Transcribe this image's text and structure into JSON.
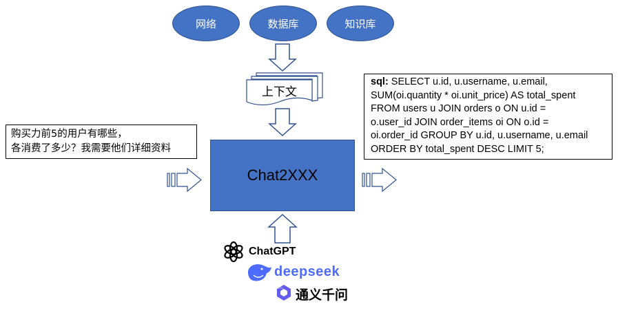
{
  "sources": [
    {
      "label": "网络"
    },
    {
      "label": "数据库"
    },
    {
      "label": "知识库"
    }
  ],
  "context_label": "上下文",
  "question": {
    "line1": "购买力前5的用户有哪些，",
    "line2": "各消费了多少？我需要他们详细资料"
  },
  "main_label": "Chat2XXX",
  "sql": {
    "prefix": "sql:",
    "line1": " SELECT u.id, u.username, u.email,",
    "line2": "SUM(oi.quantity * oi.unit_price) AS total_spent",
    "line3": "FROM users u JOIN orders o ON u.id =",
    "line4": "o.user_id JOIN order_items oi ON o.id =",
    "line5": "oi.order_id GROUP BY u.id, u.username, u.email",
    "line6": "ORDER BY total_spent DESC LIMIT 5;"
  },
  "models": [
    {
      "label": "ChatGPT",
      "icon": "openai-logo-icon"
    },
    {
      "label": "deepseek",
      "icon": "deepseek-whale-icon",
      "color": "#4d6bfe"
    },
    {
      "label": "通义千问",
      "icon": "tongyi-logo-icon",
      "color": "#615ced"
    }
  ],
  "colors": {
    "accent": "#4472c4",
    "accent_border": "#2f528f"
  }
}
